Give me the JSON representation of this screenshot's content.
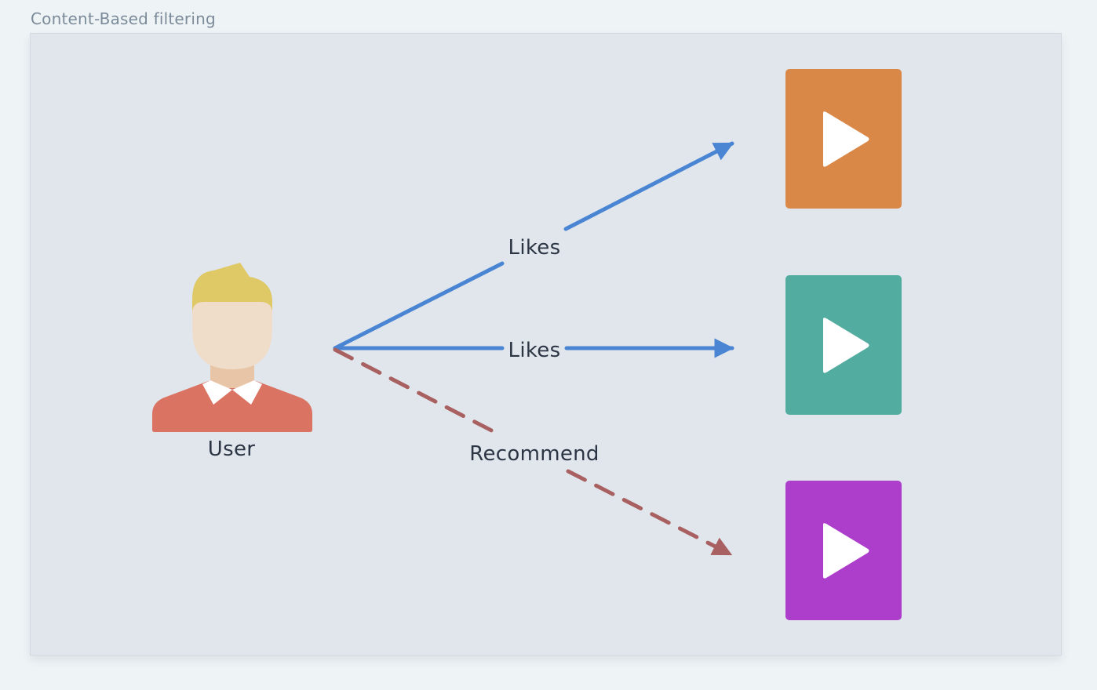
{
  "frame": {
    "title": "Content-Based filtering"
  },
  "nodes": {
    "user": {
      "label": "User",
      "icon": "user-avatar-icon"
    },
    "items": [
      {
        "name": "video-item-orange",
        "icon": "play-icon",
        "color": "#d98848"
      },
      {
        "name": "video-item-teal",
        "icon": "play-icon",
        "color": "#52ac9f"
      },
      {
        "name": "video-item-purple",
        "icon": "play-icon",
        "color": "#ad3ecb"
      }
    ]
  },
  "edges": [
    {
      "label": "Likes",
      "style": "solid",
      "color": "#4a85d3"
    },
    {
      "label": "Likes",
      "style": "solid",
      "color": "#4a85d3"
    },
    {
      "label": "Recommend",
      "style": "dashed",
      "color": "#a86060"
    }
  ]
}
